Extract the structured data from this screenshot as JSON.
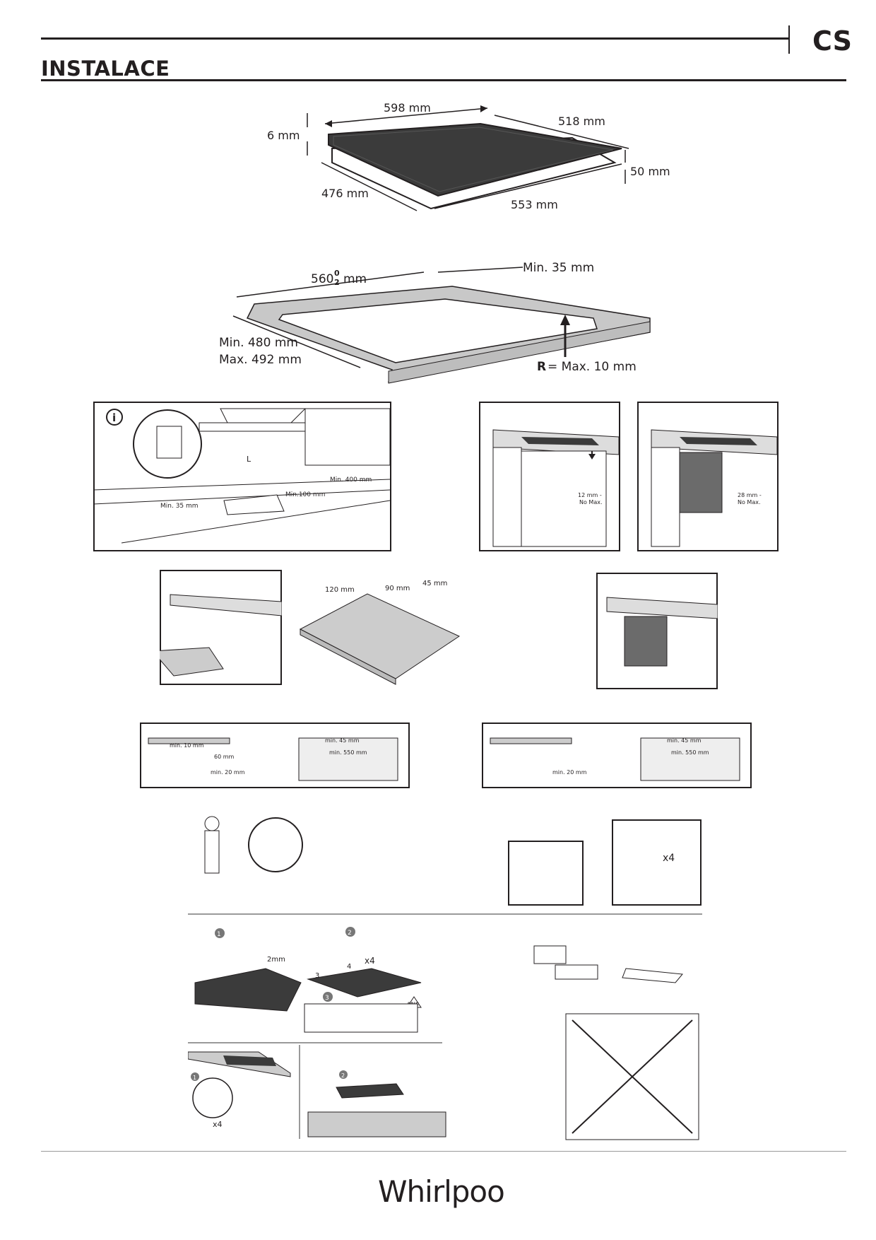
{
  "header": {
    "title": "INSTALACE",
    "language": "CS"
  },
  "hob_dimensions": {
    "width": "598 mm",
    "depth": "518 mm",
    "thickness": "6 mm",
    "height": "50 mm",
    "body_depth": "476 mm",
    "body_width": "553 mm"
  },
  "cutout": {
    "width_main": "560",
    "width_tolerance_top": "0",
    "width_tolerance_bottom": "2",
    "width_unit": "mm",
    "min_edge": "Min. 35 mm",
    "depth_min": "Min. 480 mm",
    "depth_max": "Max. 492 mm",
    "radius_letter": "R",
    "radius_text": "= Max. 10 mm"
  },
  "hood_panel": {
    "info_icon": "i",
    "letter_l": "L",
    "min_400": "Min. 400 mm",
    "min_100": "Min.100 mm",
    "min_35": "Min. 35 mm"
  },
  "drawer_panel": {
    "gap_line1": "12 mm -",
    "gap_line2": "No Max."
  },
  "oven_panel": {
    "gap_line1": "28 mm -",
    "gap_line2": "No Max."
  },
  "rear_cut": {
    "w120": "120 mm",
    "w90": "90 mm",
    "w45": "45 mm"
  },
  "section_left": {
    "min10": "min. 10 mm",
    "d60": "60 mm",
    "min20": "min. 20 mm",
    "min45": "min. 45 mm",
    "min550": "min. 550 mm"
  },
  "section_right": {
    "min20": "min. 20 mm",
    "min45": "min. 45 mm",
    "min550": "min. 550 mm"
  },
  "accessories": {
    "count": "x4"
  },
  "install_steps": {
    "s1": "1",
    "s2": "2",
    "s3": "3",
    "s4": "4",
    "gap": "2mm",
    "count": "x4",
    "temp": "90°C",
    "step3_num": "3"
  },
  "removal_steps": {
    "s1": "1",
    "s2": "2",
    "count": "x4"
  },
  "brand": {
    "logo_text": "Whirlpool"
  }
}
